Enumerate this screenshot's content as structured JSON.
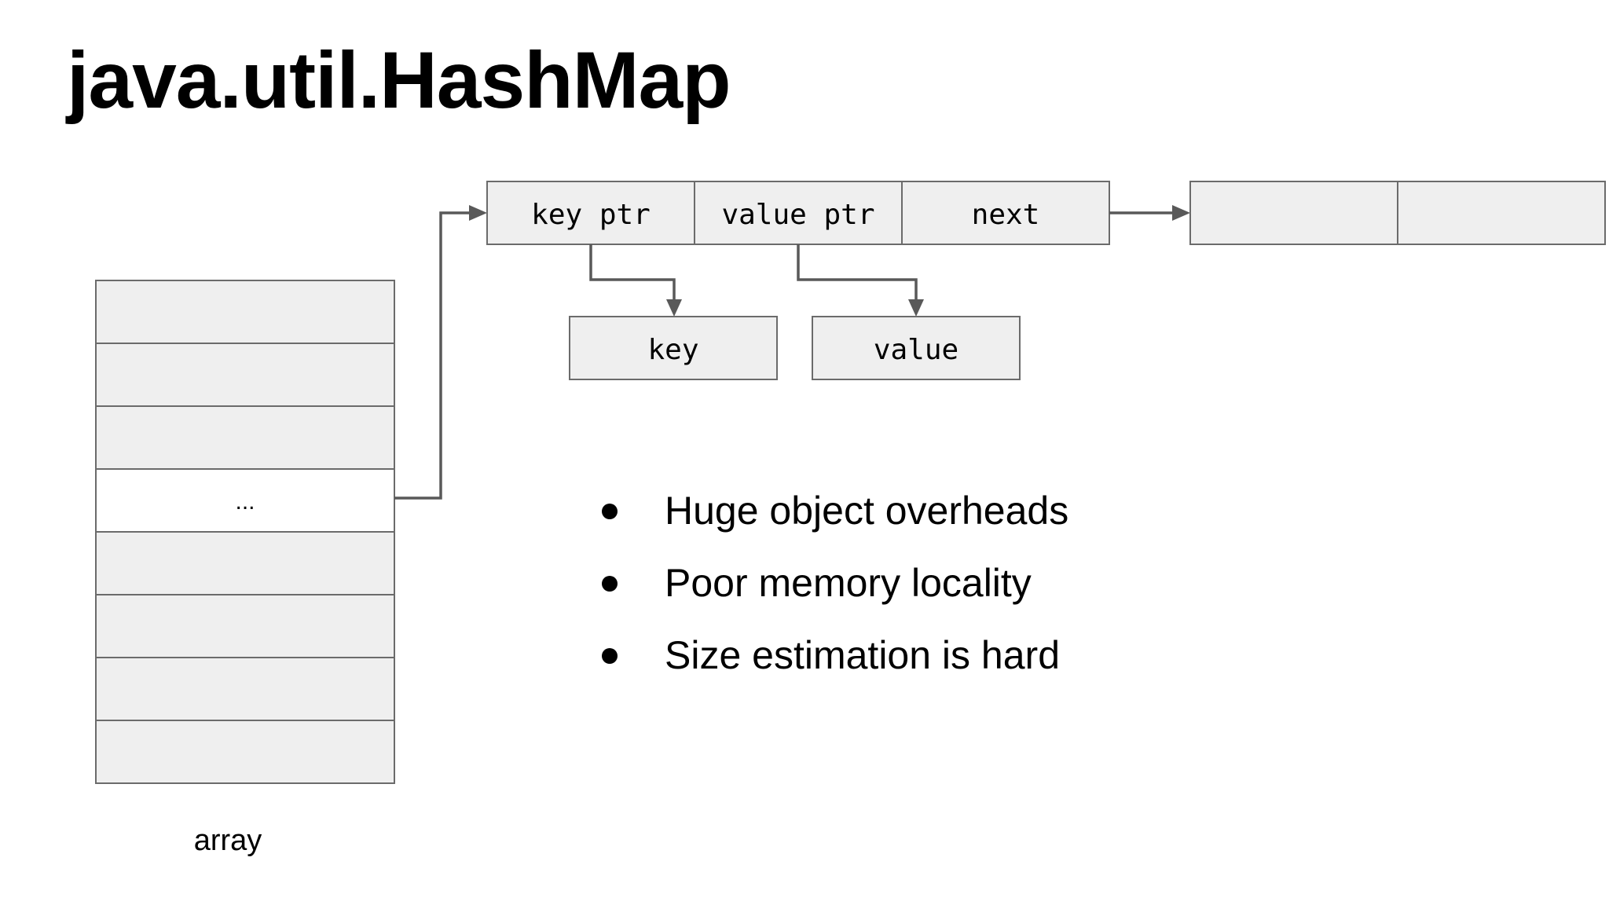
{
  "slide": {
    "title": "java.util.HashMap"
  },
  "diagram": {
    "array_label": "array",
    "array_ellipsis": "...",
    "entry": {
      "key_ptr": "key ptr",
      "value_ptr": "value ptr",
      "next": "next"
    },
    "key_box": "key",
    "value_box": "value"
  },
  "bullets": [
    {
      "text": "Huge object overheads"
    },
    {
      "text": "Poor memory locality"
    },
    {
      "text": "Size estimation is hard"
    }
  ]
}
